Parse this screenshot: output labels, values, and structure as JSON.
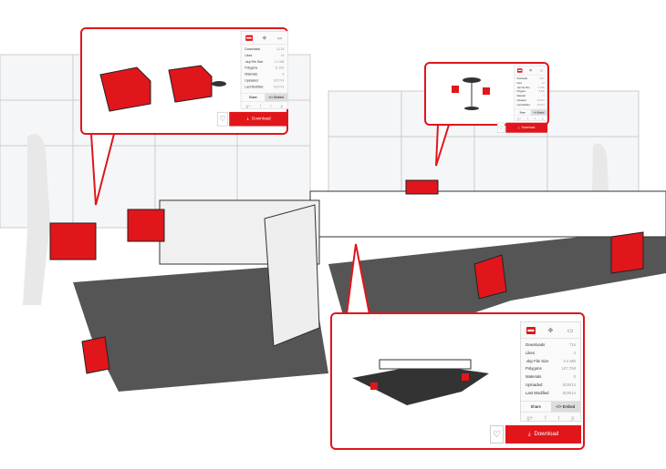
{
  "panels": [
    {
      "stats": [
        [
          "Downloads",
          "3,126"
        ],
        [
          "Likes",
          "19"
        ],
        [
          ".skp File Size",
          "2.1 MB"
        ],
        [
          "Polygons",
          "11,525"
        ],
        [
          "Materials",
          "8"
        ],
        [
          "Uploaded",
          "6/27/14"
        ],
        [
          "Last Modified",
          "6/27/14"
        ]
      ]
    },
    {
      "stats": [
        [
          "Downloads",
          "2,811"
        ],
        [
          "Likes",
          "12"
        ],
        [
          ".skp File Size",
          "1.6 MB"
        ],
        [
          "Polygons",
          "8,940"
        ],
        [
          "Materials",
          "4"
        ],
        [
          "Uploaded",
          "6/27/14"
        ],
        [
          "Last Modified",
          "6/27/14"
        ]
      ]
    },
    {
      "stats": [
        [
          "Downloads",
          "715"
        ],
        [
          "Likes",
          "4"
        ],
        [
          ".skp File Size",
          "3.4 MB"
        ],
        [
          "Polygons",
          "107,758"
        ],
        [
          "Materials",
          "0"
        ],
        [
          "Uploaded",
          "8/29/14"
        ],
        [
          "Last Modified",
          "8/29/14"
        ]
      ]
    }
  ],
  "labels": {
    "share": "Share",
    "embed": "</> Embed",
    "download": "Download"
  },
  "icons": [
    "model-icon",
    "3d-view-icon",
    "vr-icon"
  ],
  "social": [
    "google-plus-icon",
    "facebook-icon",
    "twitter-icon",
    "pinterest-icon"
  ],
  "colors": {
    "accent": "#e0161b",
    "desk": "#555555"
  }
}
